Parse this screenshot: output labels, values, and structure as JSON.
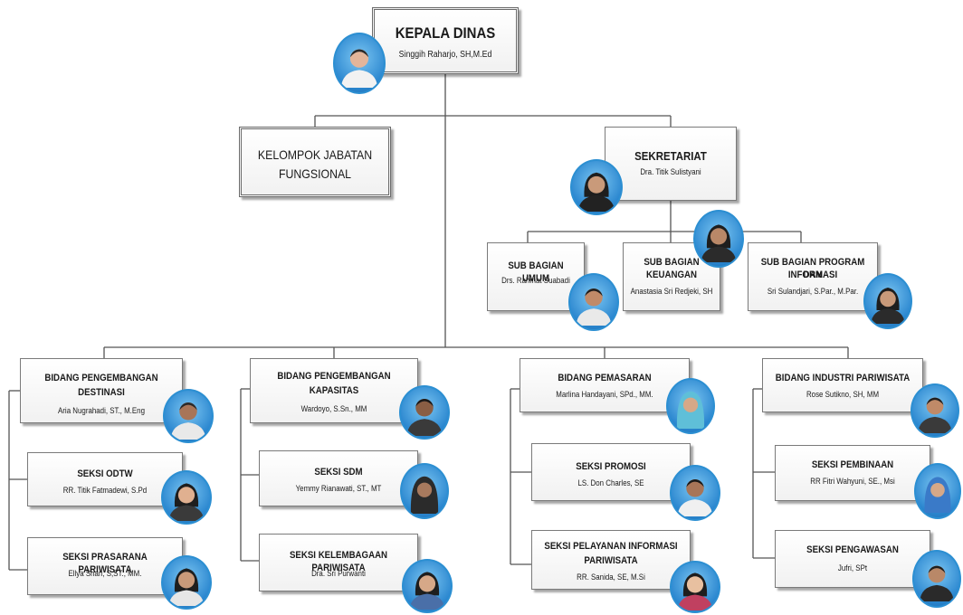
{
  "colors": {
    "line": "#555555",
    "avatar_bg": "#2a86cf"
  },
  "kepala": {
    "title": "KEPALA DINAS",
    "name": "Singgih Raharjo, SH,M.Ed"
  },
  "fungsional": {
    "line1": "KELOMPOK JABATAN",
    "line2": "FUNGSIONAL"
  },
  "sekretariat": {
    "title": "SEKRETARIAT",
    "name": "Dra. Titik Sulistyani"
  },
  "sub_umum": {
    "title": "SUB BAGIAN UMUM",
    "name": "Drs. Rahmat Suabadi"
  },
  "sub_keuangan": {
    "line1": "SUB BAGIAN",
    "line2": "KEUANGAN",
    "name": "Anastasia Sri Redjeki, SH"
  },
  "sub_program": {
    "line1": "SUB BAGIAN PROGRAM DAN",
    "line2": "INFORMASI",
    "name": "Sri Sulandjari, S.Par., M.Par."
  },
  "bidang_destinasi": {
    "line1": "BIDANG PENGEMBANGAN",
    "line2": "DESTINASI",
    "name": "Aria Nugrahadi, ST., M.Eng"
  },
  "seksi_odtw": {
    "title": "SEKSI ODTW",
    "name": "RR. Titik Fatmadewi, S.Pd"
  },
  "seksi_prasarana": {
    "title": "SEKSI PRASARANA PARIWISATA",
    "name": "Ellya Shari, S,ST., MM."
  },
  "bidang_kapasitas": {
    "line1": "BIDANG PENGEMBANGAN",
    "line2": "KAPASITAS",
    "name": "Wardoyo, S.Sn., MM"
  },
  "seksi_sdm": {
    "title": "SEKSI SDM",
    "name": "Yemmy Rianawati, ST., MT"
  },
  "seksi_kelembagaan": {
    "title": "SEKSI KELEMBAGAAN PARIWISATA",
    "name": "Dra. Sri Purwanti"
  },
  "bidang_pemasaran": {
    "title": "BIDANG PEMASARAN",
    "name": "Marlina Handayani, SPd., MM."
  },
  "seksi_promosi": {
    "title": "SEKSI PROMOSI",
    "name": "LS. Don Charles, SE"
  },
  "seksi_pelayanan": {
    "line1": "SEKSI PELAYANAN INFORMASI",
    "line2": "PARIWISATA",
    "name": "RR. Sanida, SE, M.Si"
  },
  "bidang_industri": {
    "title": "BIDANG INDUSTRI PARIWISATA",
    "name": "Rose Sutikno, SH, MM"
  },
  "seksi_pembinaan": {
    "title": "SEKSI PEMBINAAN",
    "name": "RR Fitri Wahyuni, SE., Msi"
  },
  "seksi_pengawasan": {
    "title": "SEKSI PENGAWASAN",
    "name": "Jufri, SPt"
  }
}
